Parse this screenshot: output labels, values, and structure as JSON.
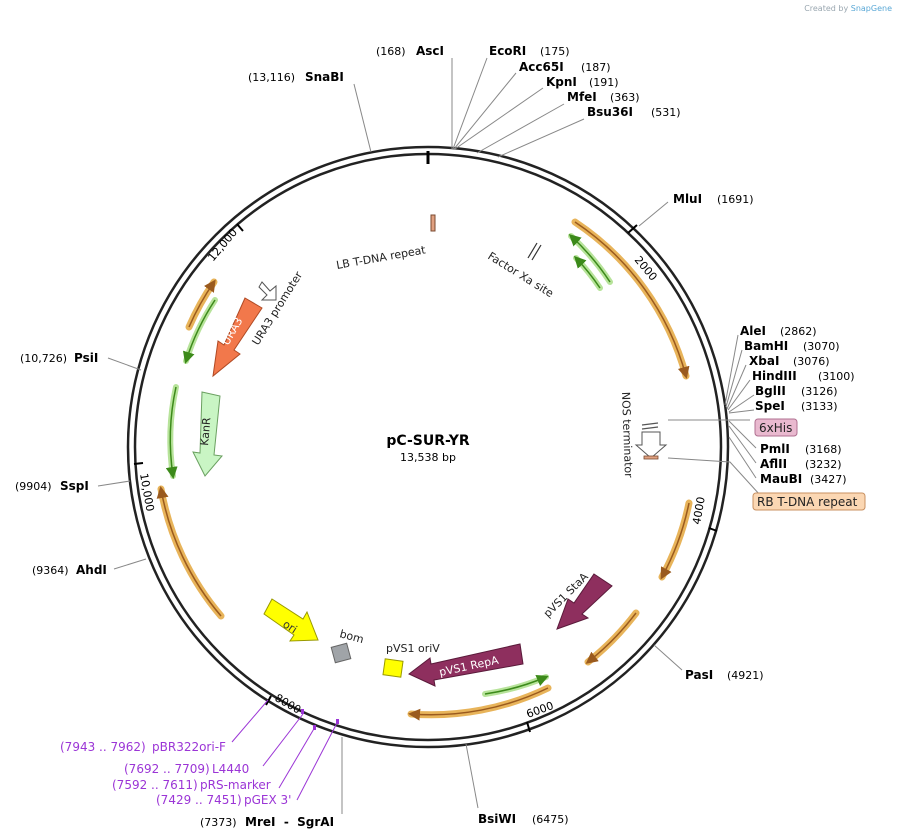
{
  "credit": {
    "created_by": "Created by",
    "brand": "SnapGene"
  },
  "plasmid": {
    "name": "pC-SUR-YR",
    "length": "13,538 bp"
  },
  "ticks": [
    "2000",
    "4000",
    "6000",
    "8000",
    "10,000",
    "12,000"
  ],
  "sites": [
    {
      "name": "AscI",
      "pos": "(168)"
    },
    {
      "name": "EcoRI",
      "pos": "(175)"
    },
    {
      "name": "Acc65I",
      "pos": "(187)"
    },
    {
      "name": "KpnI",
      "pos": "(191)"
    },
    {
      "name": "MfeI",
      "pos": "(363)"
    },
    {
      "name": "Bsu36I",
      "pos": "(531)"
    },
    {
      "name": "MluI",
      "pos": "(1691)"
    },
    {
      "name": "AleI",
      "pos": "(2862)"
    },
    {
      "name": "BamHI",
      "pos": "(3070)"
    },
    {
      "name": "XbaI",
      "pos": "(3076)"
    },
    {
      "name": "HindIII",
      "pos": "(3100)"
    },
    {
      "name": "BglII",
      "pos": "(3126)"
    },
    {
      "name": "SpeI",
      "pos": "(3133)"
    },
    {
      "name": "PmlI",
      "pos": "(3168)"
    },
    {
      "name": "AflII",
      "pos": "(3232)"
    },
    {
      "name": "MauBI",
      "pos": "(3427)"
    },
    {
      "name": "PasI",
      "pos": "(4921)"
    },
    {
      "name": "BsiWI",
      "pos": "(6475)"
    },
    {
      "name": "MreI  -  SgrAI",
      "pos": "(7373)"
    },
    {
      "name": "AhdI",
      "pos": "(9364)"
    },
    {
      "name": "SspI",
      "pos": "(9904)"
    },
    {
      "name": "PsiI",
      "pos": "(10,726)"
    },
    {
      "name": "SnaBI",
      "pos": "(13,116)"
    }
  ],
  "boxed_features": [
    {
      "name": "6xHis"
    },
    {
      "name": "RB T-DNA repeat"
    }
  ],
  "primers": [
    {
      "name": "pBR322ori-F",
      "pos": "(7943 .. 7962)"
    },
    {
      "name": "L4440",
      "pos": "(7692 .. 7709)"
    },
    {
      "name": "pRS-marker",
      "pos": "(7592 .. 7611)"
    },
    {
      "name": "pGEX 3'",
      "pos": "(7429 .. 7451)"
    }
  ],
  "features": {
    "lb_tdna": "LB T-DNA repeat",
    "factor_xa": "Factor Xa site",
    "nos_terminator": "NOS terminator",
    "ura3_promoter": "URA3 promoter",
    "ura3": "URA3",
    "kanr": "KanR",
    "ori": "ori",
    "bom": "bom",
    "pvs1_oriv": "pVS1 oriV",
    "pvs1_repa": "pVS1 RepA",
    "pvs1_staa": "pVS1 StaA"
  },
  "colors": {
    "orf_outline": "#e8b45a",
    "orf_arrow": "#9a5a1e",
    "green": "#6fc23f",
    "ura3": "#f2784b",
    "kanr": "#c9f5c4",
    "ori": "#ffff00",
    "repa": "#8e2f5e",
    "primer": "#9b35d6",
    "his_box": "#e9b9cf",
    "rb_box": "#fbd7b3"
  }
}
